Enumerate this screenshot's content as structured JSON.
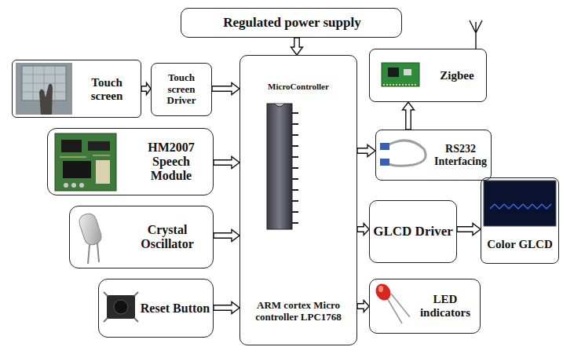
{
  "diagram": {
    "nodes": [
      {
        "text": [
          "Regulated power supply"
        ]
      },
      {
        "text": [
          "Touch screen"
        ]
      },
      {
        "text": [
          "Touch screen Driver"
        ]
      },
      {
        "text": [
          "MicroController",
          "ARM cortex Micro controller LPC1768"
        ]
      },
      {
        "text": [
          "HM2007 Speech Module"
        ]
      },
      {
        "text": [
          "Crystal Oscillator"
        ]
      },
      {
        "text": [
          "Reset Button"
        ]
      },
      {
        "text": [
          "Zigbee"
        ]
      },
      {
        "text": [
          "RS232 Interfacing"
        ]
      },
      {
        "text": [
          "GLCD Driver"
        ]
      },
      {
        "text": [
          "Color GLCD"
        ]
      },
      {
        "text": [
          "LED indicators"
        ]
      }
    ],
    "edges": [
      {
        "from": 0,
        "to": 3,
        "arrow": "to"
      },
      {
        "from": 1,
        "to": 2,
        "arrow": "to"
      },
      {
        "from": 2,
        "to": 3,
        "arrow": "to"
      },
      {
        "from": 4,
        "to": 3,
        "arrow": "to"
      },
      {
        "from": 5,
        "to": 3,
        "arrow": "to"
      },
      {
        "from": 6,
        "to": 3,
        "arrow": "to"
      },
      {
        "from": 3,
        "to": 8,
        "arrow": "to"
      },
      {
        "from": 8,
        "to": 7,
        "arrow": "to"
      },
      {
        "from": 3,
        "to": 9,
        "arrow": "to"
      },
      {
        "from": 9,
        "to": 10,
        "arrow": "to"
      },
      {
        "from": 3,
        "to": 11,
        "arrow": "to"
      }
    ]
  }
}
